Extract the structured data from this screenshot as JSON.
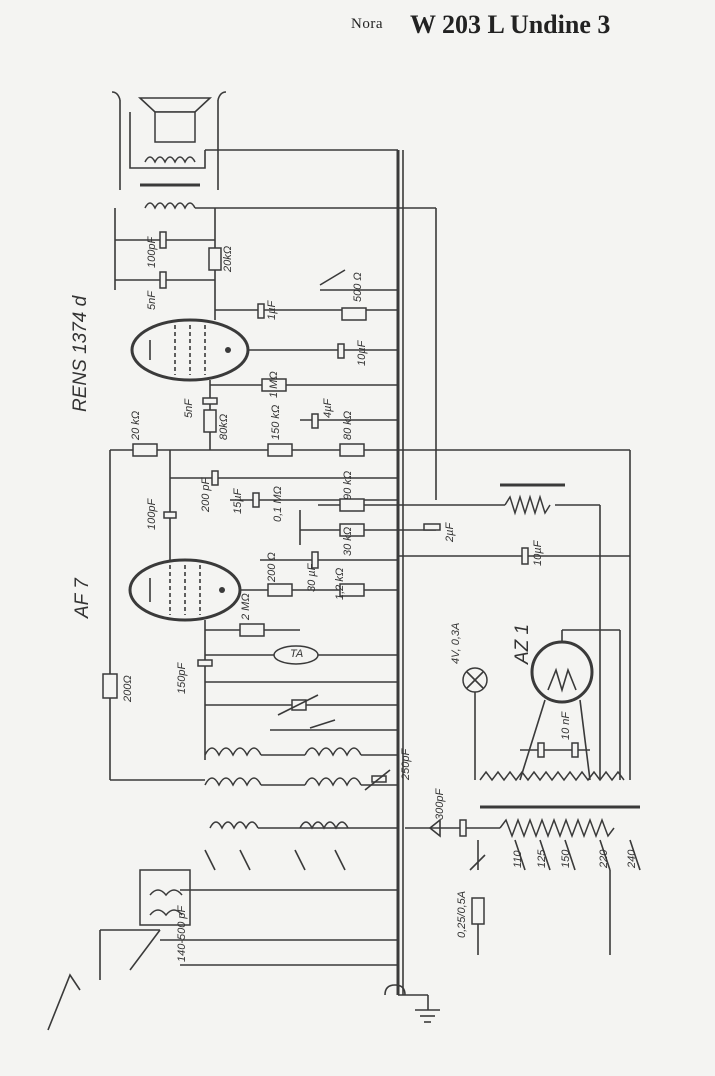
{
  "header": {
    "brand": "Nora",
    "model": "W 203 L Undine 3"
  },
  "tubes": {
    "output": "RENS 1374 d",
    "detector": "AF 7",
    "rectifier": "AZ 1"
  },
  "components": {
    "c100pf_top": "100pF",
    "r20k_top": "20kΩ",
    "c5nf_top": "5nF",
    "c1uf": "1µF",
    "r500": "500 Ω",
    "c10uf_top": "10µF",
    "r1m_top": "1 MΩ",
    "c5nf_mid": "5nF",
    "r80k_mid": "80kΩ",
    "c4uf": "4µF",
    "r20k_left": "20 kΩ",
    "r150k": "150 kΩ",
    "r80k_right": "80 kΩ",
    "c100pf_mid": "100pF",
    "c200pf": "200 pF",
    "c15uf": "15µF",
    "r01m": "0,1 MΩ",
    "r90k": "90 kΩ",
    "r30k": "30 kΩ",
    "c2uf": "2µF",
    "c10uf_right": "10µF",
    "r200_ohm": "200 Ω",
    "c30uf": "30 µF",
    "r12k": "1,2 kΩ",
    "r2m": "2 MΩ",
    "r200_left": "200Ω",
    "c150pf": "150pF",
    "ta": "TA",
    "lamp": "4V, 0,3A",
    "c10nf": "10 nF",
    "c250pf": "250pF",
    "c300pf": "300pF",
    "tap110": "110",
    "tap125": "125",
    "tap150": "150",
    "tap220": "220",
    "tap240": "240",
    "fuse": "0,25/0,5A",
    "c140_500": "140-500 pF"
  }
}
